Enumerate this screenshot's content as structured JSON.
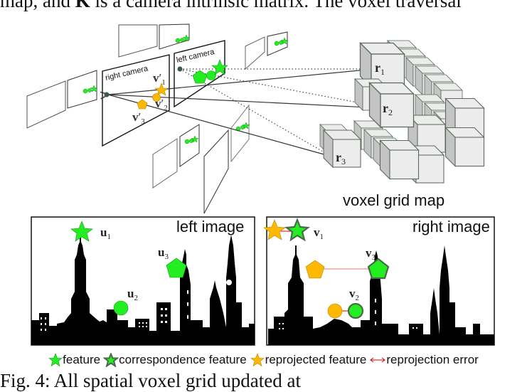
{
  "header_text": {
    "prefix": "map, and ",
    "bold": "K",
    "suffix": " is a camera intrinsic matrix. The voxel traversal"
  },
  "figure": {
    "top_diagram": {
      "right_camera_label": "right camera",
      "left_camera_label": "left camera",
      "reprojected_labels": {
        "v1": "v",
        "v1_sub": "1",
        "v2": "v",
        "v2_sub": "2",
        "v3": "v",
        "v3_sub": "3",
        "prime": "′"
      },
      "voxel_labels": [
        {
          "base": "r",
          "sub": "1"
        },
        {
          "base": "r",
          "sub": "2"
        },
        {
          "base": "r",
          "sub": "3"
        }
      ],
      "voxel_grid_label": "voxel grid map"
    },
    "left_panel": {
      "title": "left image",
      "features": [
        {
          "base": "u",
          "sub": "1",
          "shape": "star"
        },
        {
          "base": "u",
          "sub": "2",
          "shape": "circle"
        },
        {
          "base": "u",
          "sub": "3",
          "shape": "pentagon"
        }
      ]
    },
    "right_panel": {
      "title": "right image",
      "features": [
        {
          "base": "v",
          "sub": "1",
          "shape": "star"
        },
        {
          "base": "v",
          "sub": "2",
          "shape": "circle"
        },
        {
          "base": "v",
          "sub": "3",
          "shape": "pentagon"
        }
      ]
    },
    "legend": [
      {
        "label": "feature",
        "icon": "green-star"
      },
      {
        "label": "correspondence feature",
        "icon": "green-star-dark-outline"
      },
      {
        "label": "reprojected feature",
        "icon": "orange-star"
      },
      {
        "label": "reprojection error",
        "icon": "red-double-arrow"
      }
    ],
    "colors": {
      "feature_green": "#22ee22",
      "correspondence_outline": "#4a6a4a",
      "reprojected_orange": "#ffb800",
      "error_red": "#e00000",
      "voxel_face": "#ececec",
      "voxel_side": "#c4c4c4",
      "voxel_edge": "#5a6a5a"
    }
  },
  "caption": "Fig. 4: All spatial voxel grid updated at"
}
